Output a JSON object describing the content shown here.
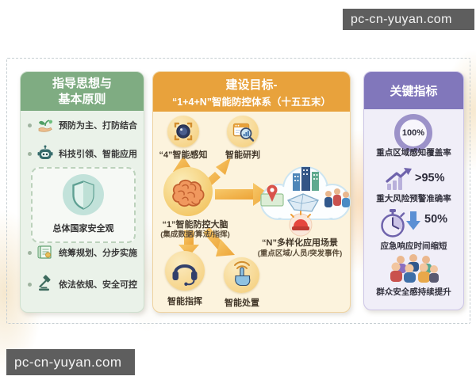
{
  "watermarks": {
    "top_right": "pc-cn-yuyan.com",
    "bottom_left": "pc-cn-yuyan.com"
  },
  "left_panel": {
    "title_line1": "指导思想与",
    "title_line2": "基本原则",
    "items": [
      {
        "label": "预防为主、打防结合",
        "icon": "sprout-hand-icon"
      },
      {
        "label": "科技引领、智能应用",
        "icon": "robot-icon"
      },
      {
        "label": "统筹规划、分步实施",
        "icon": "scroll-icon"
      },
      {
        "label": "依法依规、安全可控",
        "icon": "gavel-icon"
      }
    ],
    "core": {
      "label": "总体国家安全观",
      "icon": "shield-icon"
    }
  },
  "middle_panel": {
    "title_line1": "建设目标-",
    "title_line2": "“1+4+N”智能防控体系（十五五末）",
    "perception": {
      "label": "“4”智能感知",
      "icon": "camera-icon"
    },
    "analysis": {
      "label": "智能研判",
      "icon": "analysis-magnifier-icon"
    },
    "brain": {
      "label": "“1”智能防控大脑",
      "sublabel": "(集成数据/算法/指挥)",
      "icon": "brain-icon"
    },
    "scenarios": {
      "label": "“N”多样化应用场景",
      "sublabel": "(重点区域/人员/突发事件)",
      "icon": "cloud-city-map-people-alarm-icon"
    },
    "command": {
      "label": "智能指挥",
      "icon": "headset-icon"
    },
    "disposal": {
      "label": "智能处置",
      "icon": "touch-hand-icon"
    }
  },
  "right_panel": {
    "title": "关键指标",
    "metrics": [
      {
        "value": "100%",
        "label": "重点区域感知覆盖率",
        "icon": "donut-100-icon"
      },
      {
        "value": ">95%",
        "label": "重大风险预警准确率",
        "icon": "trend-up-icon"
      },
      {
        "value": "50%",
        "label": "应急响应时间缩短",
        "icon": "stopwatch-icon",
        "direction_icon": "arrow-down-icon"
      },
      {
        "label": "群众安全感持续提升",
        "icon": "crowd-icon"
      }
    ]
  },
  "colors": {
    "green_header": "#7FAC82",
    "orange_header": "#E8A23C",
    "purple_header": "#8177BB",
    "arrow_orange": "#EDA437",
    "alarm_red": "#E5463F",
    "watermark_bg": "#5E5E5E"
  }
}
